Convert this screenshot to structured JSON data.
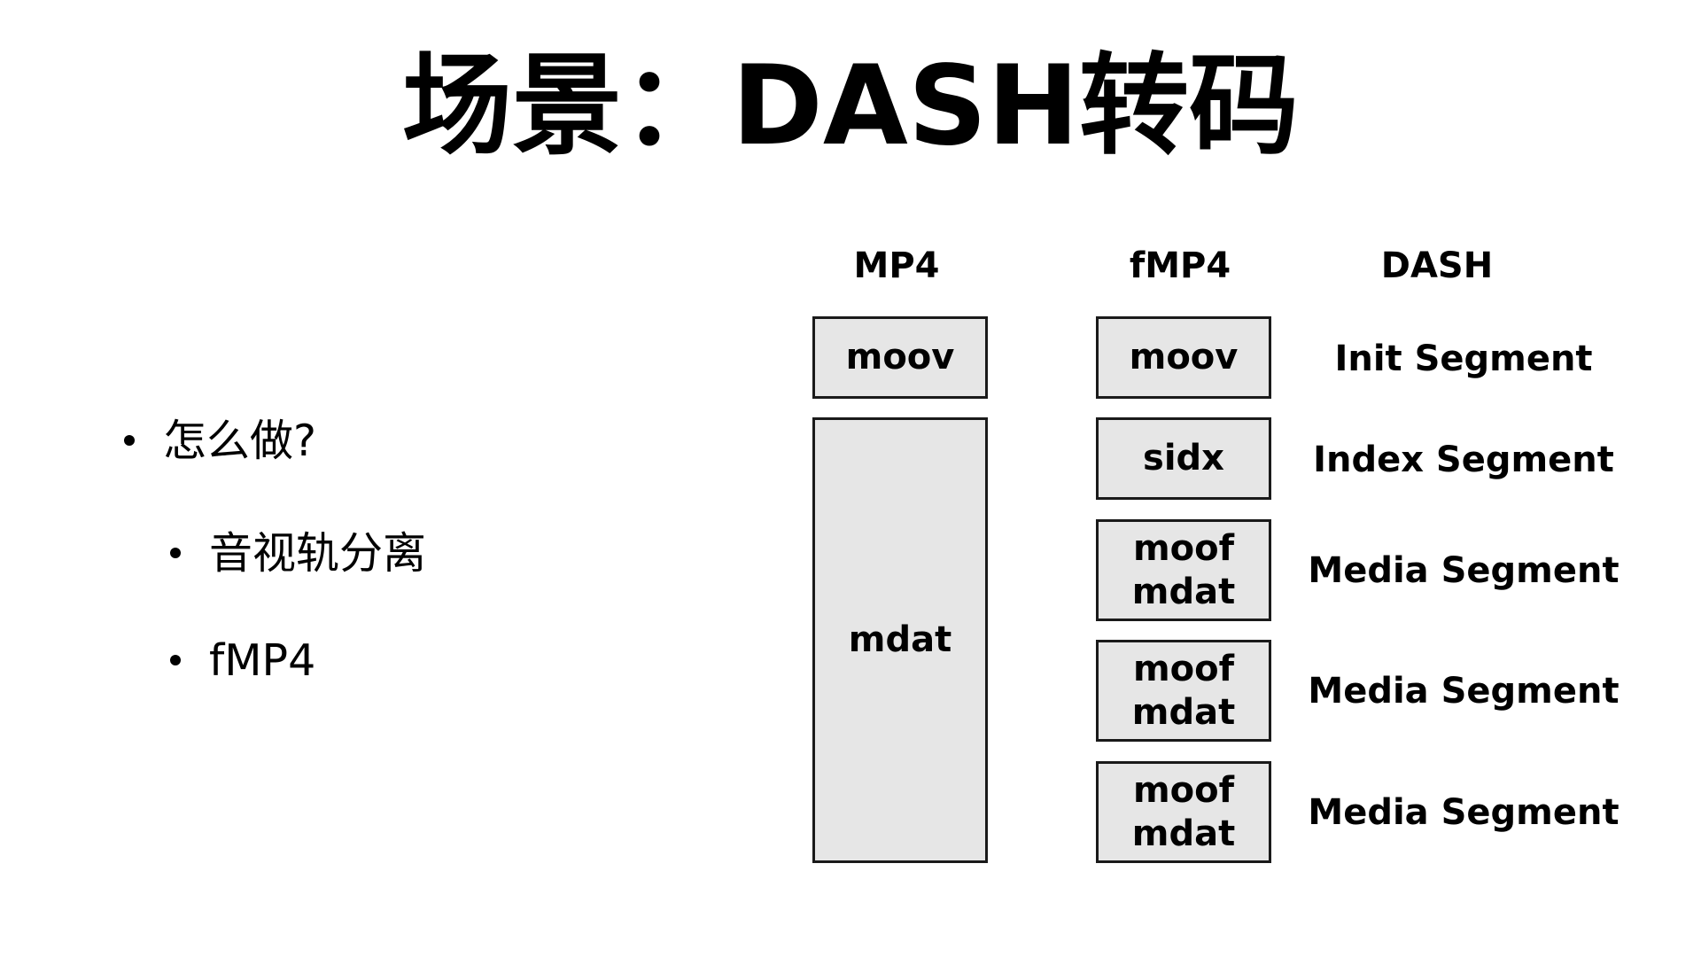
{
  "title": "场景：DASH转码",
  "bullets": [
    {
      "text": "怎么做?"
    },
    {
      "text": "音视轨分离"
    },
    {
      "text": "fMP4"
    }
  ],
  "columns": {
    "mp4": "MP4",
    "fmp4": "fMP4",
    "dash": "DASH"
  },
  "mp4_boxes": [
    {
      "label": "moov"
    },
    {
      "label": "mdat"
    }
  ],
  "fmp4_boxes": [
    {
      "line1": "moov"
    },
    {
      "line1": "sidx"
    },
    {
      "line1": "moof",
      "line2": "mdat"
    },
    {
      "line1": "moof",
      "line2": "mdat"
    },
    {
      "line1": "moof",
      "line2": "mdat"
    }
  ],
  "dash_segments": [
    "Init Segment",
    "Index Segment",
    "Media Segment",
    "Media Segment",
    "Media Segment"
  ],
  "colors": {
    "box_fill": "#e6e6e6",
    "box_border": "#1a1a1a",
    "text": "#000000",
    "background": "#ffffff"
  }
}
